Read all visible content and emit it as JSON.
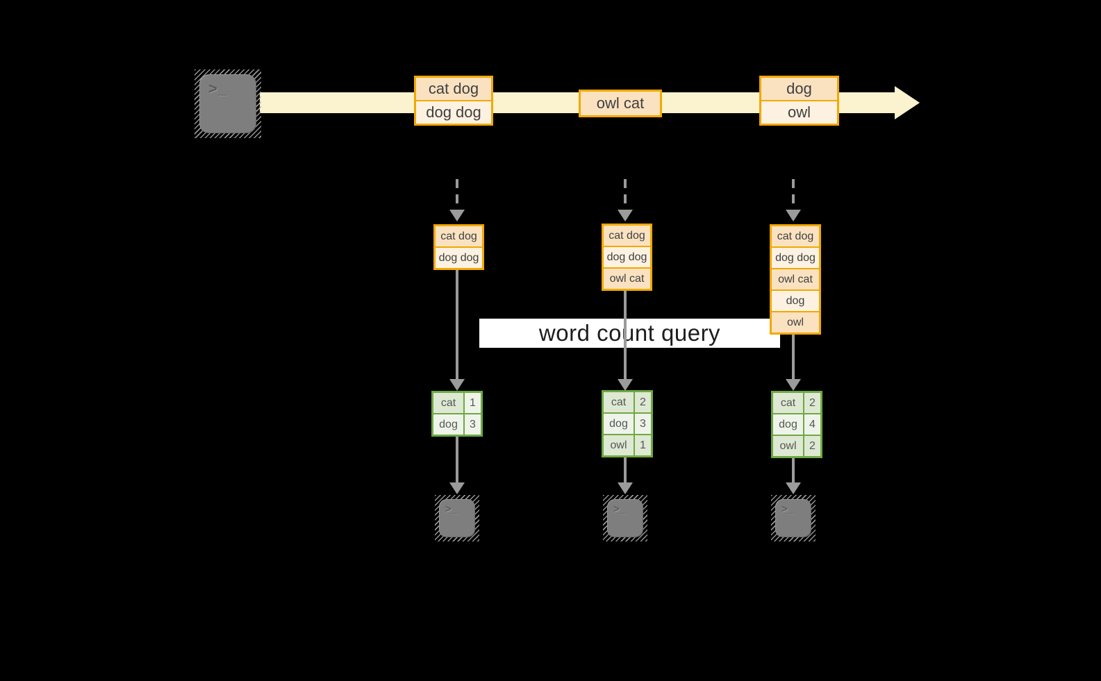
{
  "query_label": "word count query",
  "terminal_prompt": ">_",
  "colors": {
    "background": "#000000",
    "stream_band": "#fbf2cf",
    "record_border": "#f2a800",
    "record_fill_dark": "#fae2c1",
    "record_fill_light": "#fdf2e2",
    "table_border": "#6fa842",
    "table_fill_dark": "#dee9d3",
    "table_fill_light": "#eff4ea",
    "connector_grey": "#9b9b9b",
    "terminal_grey": "#7e7e7e",
    "label_bg": "#ffffff"
  },
  "stream": {
    "batches": [
      {
        "lines": [
          "cat dog",
          "dog dog"
        ]
      },
      {
        "lines": [
          "owl cat"
        ]
      },
      {
        "lines": [
          "dog",
          "owl"
        ]
      }
    ]
  },
  "columns": [
    {
      "buffer": [
        "cat dog",
        "dog dog"
      ],
      "counts": [
        {
          "word": "cat",
          "count": 1
        },
        {
          "word": "dog",
          "count": 3
        }
      ]
    },
    {
      "buffer": [
        "cat dog",
        "dog dog",
        "owl cat"
      ],
      "counts": [
        {
          "word": "cat",
          "count": 2
        },
        {
          "word": "dog",
          "count": 3
        },
        {
          "word": "owl",
          "count": 1
        }
      ]
    },
    {
      "buffer": [
        "cat dog",
        "dog dog",
        "owl cat",
        "dog",
        "owl"
      ],
      "counts": [
        {
          "word": "cat",
          "count": 2
        },
        {
          "word": "dog",
          "count": 4
        },
        {
          "word": "owl",
          "count": 2
        }
      ]
    }
  ]
}
